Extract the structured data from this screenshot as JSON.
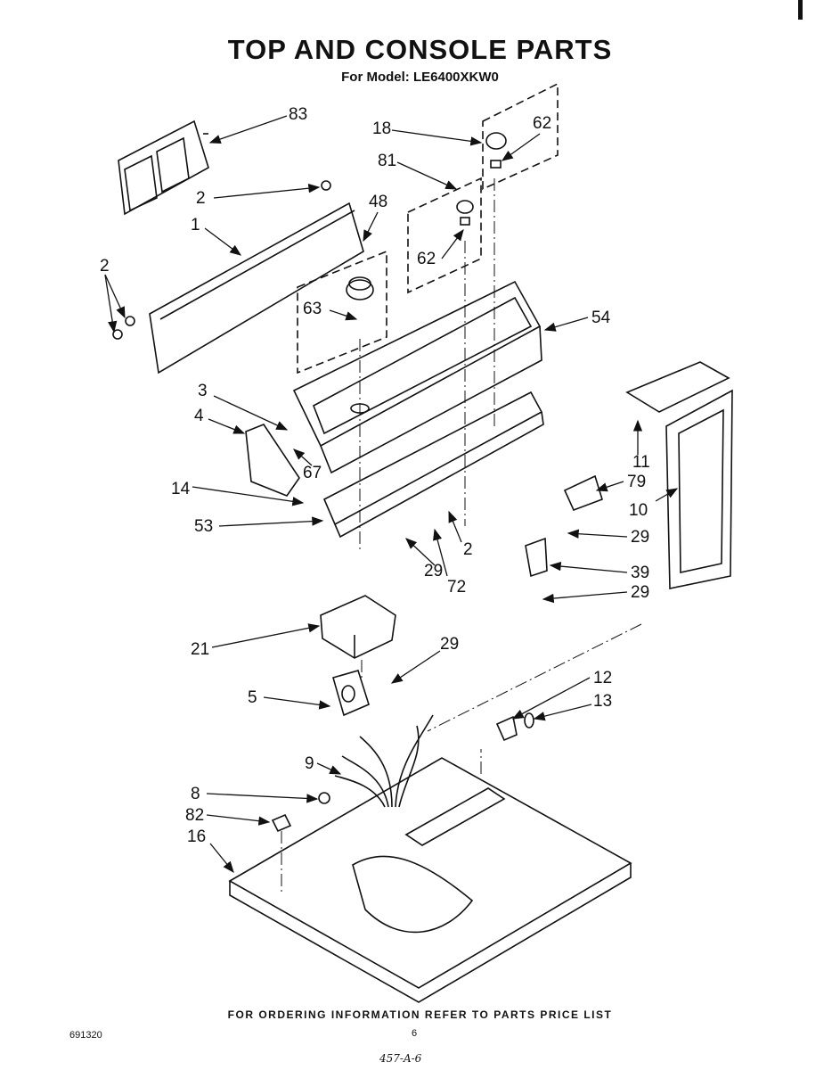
{
  "title": "TOP AND CONSOLE PARTS",
  "subtitle": "For Model: LE6400XKW0",
  "footer_note": "FOR ORDERING INFORMATION REFER TO PARTS PRICE LIST",
  "doc_code": "691320",
  "page_number": "6",
  "handwritten_note": "457-A-6",
  "callouts": [
    {
      "id": "83",
      "label": "83"
    },
    {
      "id": "18",
      "label": "18"
    },
    {
      "id": "62a",
      "label": "62"
    },
    {
      "id": "81",
      "label": "81"
    },
    {
      "id": "2a",
      "label": "2"
    },
    {
      "id": "48",
      "label": "48"
    },
    {
      "id": "1",
      "label": "1"
    },
    {
      "id": "62b",
      "label": "62"
    },
    {
      "id": "2b",
      "label": "2"
    },
    {
      "id": "63",
      "label": "63"
    },
    {
      "id": "54",
      "label": "54"
    },
    {
      "id": "3",
      "label": "3"
    },
    {
      "id": "4",
      "label": "4"
    },
    {
      "id": "67",
      "label": "67"
    },
    {
      "id": "11",
      "label": "11"
    },
    {
      "id": "14",
      "label": "14"
    },
    {
      "id": "79",
      "label": "79"
    },
    {
      "id": "10",
      "label": "10"
    },
    {
      "id": "53",
      "label": "53"
    },
    {
      "id": "2c",
      "label": "2"
    },
    {
      "id": "29a",
      "label": "29"
    },
    {
      "id": "29b",
      "label": "29"
    },
    {
      "id": "72",
      "label": "72"
    },
    {
      "id": "39",
      "label": "39"
    },
    {
      "id": "29c",
      "label": "29"
    },
    {
      "id": "21",
      "label": "21"
    },
    {
      "id": "29d",
      "label": "29"
    },
    {
      "id": "12",
      "label": "12"
    },
    {
      "id": "5",
      "label": "5"
    },
    {
      "id": "13",
      "label": "13"
    },
    {
      "id": "9",
      "label": "9"
    },
    {
      "id": "8",
      "label": "8"
    },
    {
      "id": "82",
      "label": "82"
    },
    {
      "id": "16",
      "label": "16"
    }
  ]
}
